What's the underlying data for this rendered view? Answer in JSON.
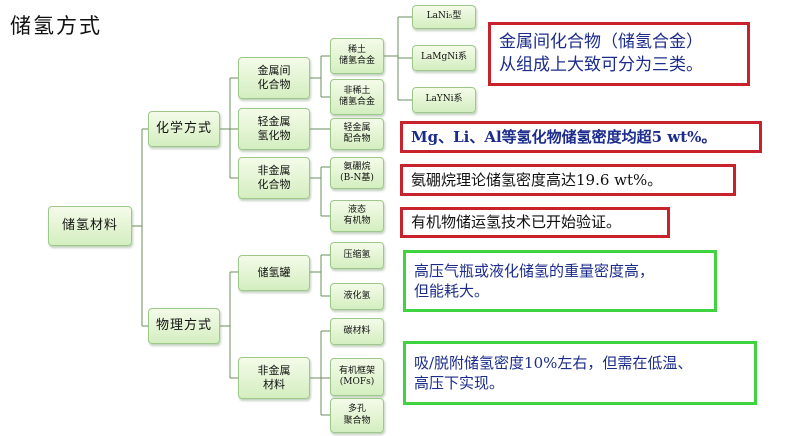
{
  "title": "储氢方式",
  "root": "储氢材料",
  "chemical": {
    "label": "化学方式",
    "children": [
      {
        "label": "金属间\n化合物",
        "sub": [
          {
            "label": "稀土\n储氢合金",
            "sub": [
              "LaNi₅型",
              "LaMgNi系",
              "LaYNi系"
            ]
          },
          {
            "label": "非稀土\n储氢合金"
          }
        ]
      },
      {
        "label": "轻金属\n氢化物",
        "sub": [
          {
            "label": "轻金属\n配合物"
          }
        ]
      },
      {
        "label": "非金属\n化合物",
        "sub": [
          {
            "label": "氨硼烷\n(B-N基)"
          },
          {
            "label": "液态\n有机物"
          }
        ]
      }
    ]
  },
  "physical": {
    "label": "物理方式",
    "children": [
      {
        "label": "储氢罐",
        "sub": [
          {
            "label": "压缩氢"
          },
          {
            "label": "液化氢"
          }
        ]
      },
      {
        "label": "非金属\n材料",
        "sub": [
          {
            "label": "碳材料"
          },
          {
            "label": "有机框架\n(MOFs)"
          },
          {
            "label": "多孔\n聚合物"
          }
        ]
      }
    ]
  },
  "notes": {
    "alloy": "金属间化合物（储氢合金）\n从组成上大致可分为三类。",
    "light_metal": "Mg、Li、Al等氢化物储氢密度均超5 wt%。",
    "ammonia_borane": "氨硼烷理论储氢密度高达19.6 wt%。",
    "liquid_organic": "有机物储运氢技术已开始验证。",
    "tank": "高压气瓶或液化储氢的重量密度高，\n但能耗大。",
    "adsorption": "吸/脱附储氢密度10%左右，但需在低温、\n高压下实现。"
  },
  "colors": {
    "node_top": "#f4fbe9",
    "node_bottom": "#d4eec0",
    "node_border": "#9cc98a",
    "red_border": "#c8232c",
    "green_border": "#3fd43f",
    "blue_text": "#1c2c8c"
  }
}
